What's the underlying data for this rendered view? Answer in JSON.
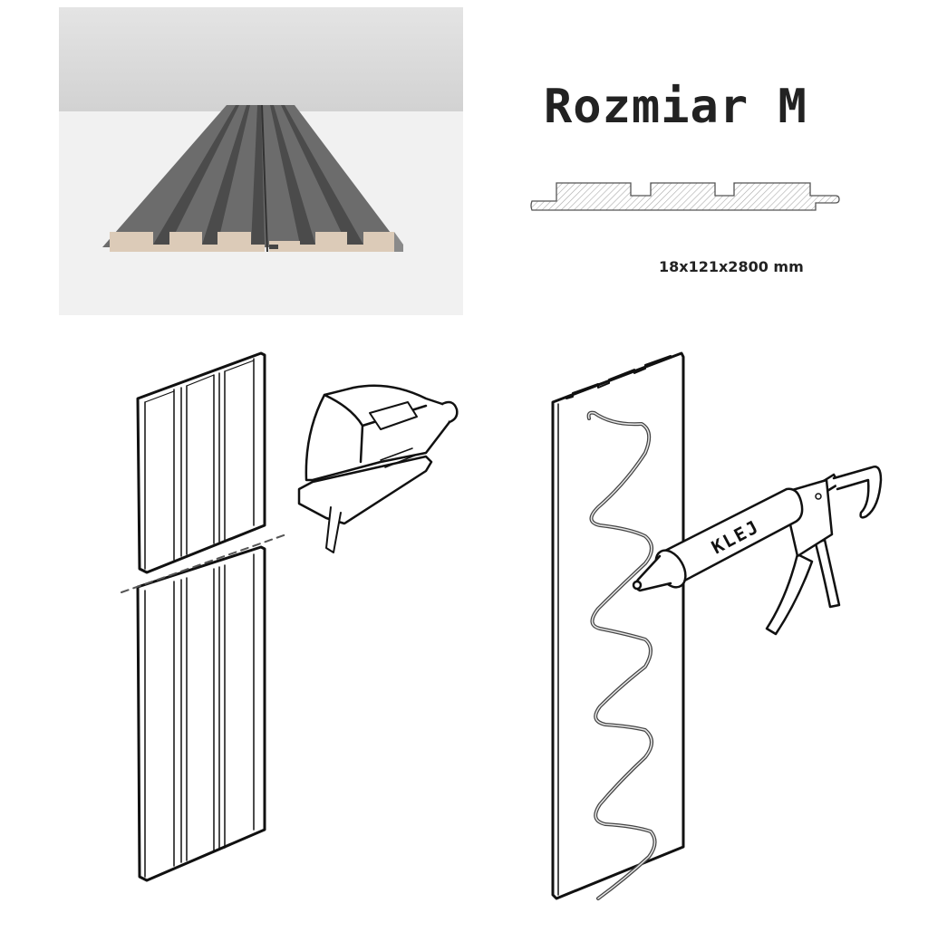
{
  "header": {
    "title": "Rozmiar M",
    "dimensions": "18x121x2800 mm"
  },
  "product_photo": {
    "description": "two grooved wall panels in perspective",
    "surface_color": "#6e6e6e",
    "groove_color": "#4a4a4a",
    "core_color": "#dccbb8",
    "background_wall": "#dcdcdc",
    "background_floor": "#f0f0f0"
  },
  "profile_drawing": {
    "description": "cross-section of panel with three grooves",
    "hatch_color": "#999999"
  },
  "illustrations": {
    "step_cut": {
      "description": "panel cut along dashed line with jigsaw",
      "tool": "jigsaw"
    },
    "step_glue": {
      "description": "wavy bead of glue applied to back of panel with caulk gun",
      "tool": "caulk-gun",
      "cartridge_label": "KLEJ"
    }
  }
}
